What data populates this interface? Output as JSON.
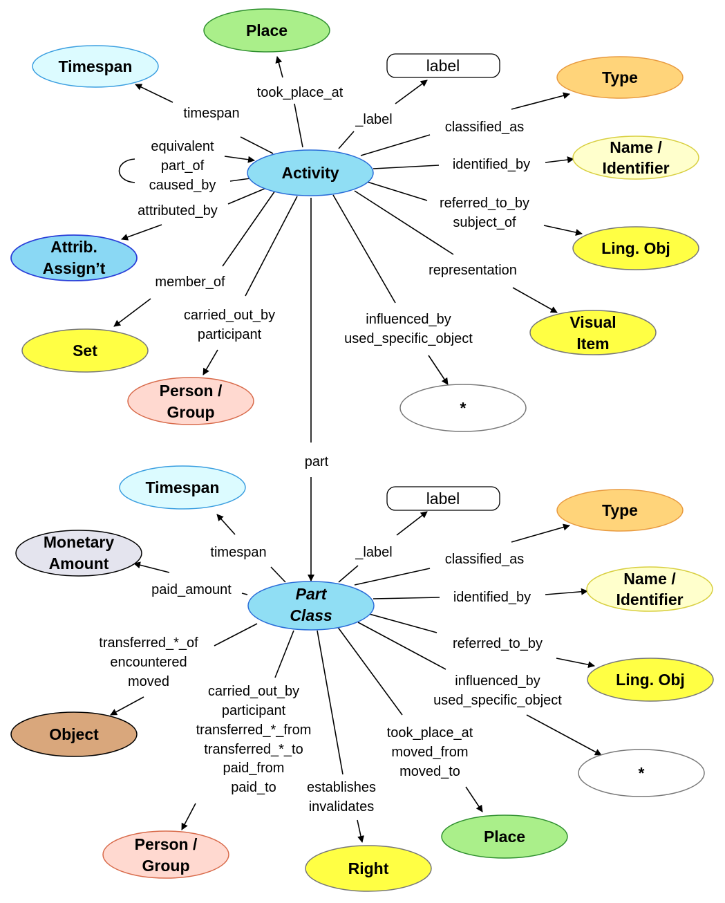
{
  "nodes": {
    "top_place": "Place",
    "top_timespan": "Timespan",
    "top_label": "label",
    "top_type": "Type",
    "top_name": [
      "Name /",
      "Identifier"
    ],
    "activity": "Activity",
    "top_attrib": [
      "Attrib.",
      "Assign’t"
    ],
    "top_ling": "Ling. Obj",
    "top_set": "Set",
    "top_visual": [
      "Visual",
      "Item"
    ],
    "top_person": [
      "Person /",
      "Group"
    ],
    "top_star": "*",
    "bot_timespan": "Timespan",
    "bot_label": "label",
    "bot_type": "Type",
    "bot_monetary": [
      "Monetary",
      "Amount"
    ],
    "part_class": [
      "Part",
      "Class"
    ],
    "bot_name": [
      "Name /",
      "Identifier"
    ],
    "bot_ling": "Ling. Obj",
    "bot_object": "Object",
    "bot_star": "*",
    "bot_place": "Place",
    "bot_person": [
      "Person /",
      "Group"
    ],
    "bot_right": "Right"
  },
  "edges": {
    "took_place_at": "took_place_at",
    "top_label": "_label",
    "top_timespan": "timespan",
    "top_classified": "classified_as",
    "top_equivalent": [
      "equivalent",
      "part_of",
      "caused_by"
    ],
    "top_identified": "identified_by",
    "attributed_by": "attributed_by",
    "top_referred": [
      "referred_to_by",
      "subject_of"
    ],
    "member_of": "member_of",
    "representation": "representation",
    "top_carried": [
      "carried_out_by",
      "participant"
    ],
    "top_influenced": [
      "influenced_by",
      "used_specific_object"
    ],
    "part": "part",
    "bot_timespan": "timespan",
    "bot_label": "_label",
    "bot_classified": "classified_as",
    "paid_amount": "paid_amount",
    "bot_identified": "identified_by",
    "transferred_of": [
      "transferred_*_of",
      "encountered",
      "moved"
    ],
    "bot_referred": "referred_to_by",
    "bot_influenced": [
      "influenced_by",
      "used_specific_object"
    ],
    "bot_carried": [
      "carried_out_by",
      "participant",
      "transferred_*_from",
      "transferred_*_to",
      "paid_from",
      "paid_to"
    ],
    "bot_took_place": [
      "took_place_at",
      "moved_from",
      "moved_to"
    ],
    "establishes": [
      "establishes",
      "invalidates"
    ]
  },
  "colors": {
    "place": "#aaef8a",
    "timespan": "#dcfbff",
    "type": "#ffd47a",
    "name": "#ffffcc",
    "activity": "#90def4",
    "attrib": "#8ad8f4",
    "ling": "#ffff44",
    "person": "#ffd9d0",
    "star": "#ffffff",
    "monetary": "#e4e4ee",
    "object": "#d9a77c",
    "label": "#ffffff"
  }
}
